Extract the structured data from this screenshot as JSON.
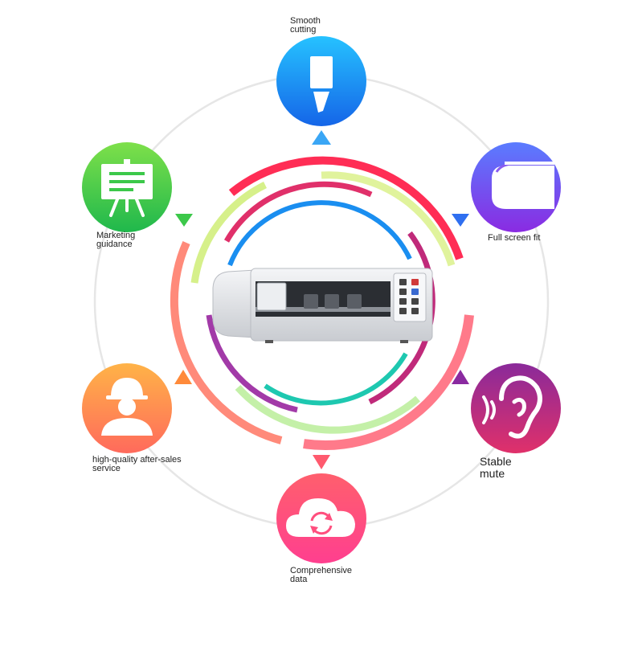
{
  "features": [
    {
      "id": "smooth-cutting",
      "lines": [
        "Smooth",
        "cutting"
      ],
      "icon": "knife-blade-icon"
    },
    {
      "id": "full-screen-fit",
      "lines": [
        "Full screen fit"
      ],
      "icon": "phone-film-icon"
    },
    {
      "id": "stable-mute",
      "lines": [
        "Stable",
        "mute"
      ],
      "icon": "ear-sound-icon"
    },
    {
      "id": "comprehensive-data",
      "lines": [
        "Comprehensive",
        "data"
      ],
      "icon": "cloud-sync-icon"
    },
    {
      "id": "after-sales-service",
      "lines": [
        "high-quality after-sales",
        "service"
      ],
      "icon": "engineer-helmet-icon"
    },
    {
      "id": "marketing-guidance",
      "lines": [
        "Marketing",
        "guidance"
      ],
      "icon": "presentation-board-icon"
    }
  ],
  "colors": {
    "orbit": "#e6e6e6",
    "blue": "#1a8ef0",
    "purple": "#6a3cf0",
    "magenta": "#c8286e",
    "pink": "#ff4f7e",
    "orange": "#ff8c3a",
    "green": "#3cc84a",
    "red": "#ff2d55",
    "lime": "#d6f08a"
  }
}
